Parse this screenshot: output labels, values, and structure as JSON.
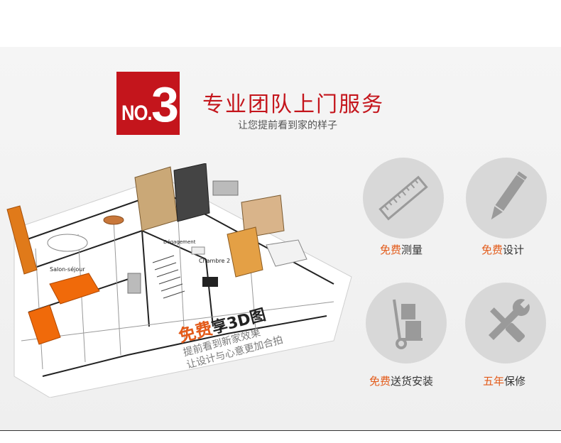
{
  "badge": {
    "prefix": "NO.",
    "number": "3"
  },
  "header": {
    "title": "专业团队上门服务",
    "subtitle": "让您提前看到家的样子"
  },
  "promo": {
    "highlight": "免费",
    "main": "享3D图",
    "line1": "提前看到新家效果",
    "line2": "让设计与心意更加合拍"
  },
  "services": [
    {
      "icon": "ruler-icon",
      "highlight": "免费",
      "text": "测量"
    },
    {
      "icon": "pencil-icon",
      "highlight": "免费",
      "text": "设计"
    },
    {
      "icon": "hand-truck-icon",
      "highlight": "免费",
      "text": "送货安装"
    },
    {
      "icon": "tools-icon",
      "highlight": "五年",
      "text": "保修"
    }
  ],
  "floorplan_labels": {
    "room1": "Salon-séjour",
    "room2": "Chambre 2",
    "room3": "Dégagement"
  },
  "colors": {
    "accent": "#c4151c",
    "highlight": "#e35b1a",
    "circle": "#d8d8d8",
    "icon": "#9a9a9a"
  }
}
